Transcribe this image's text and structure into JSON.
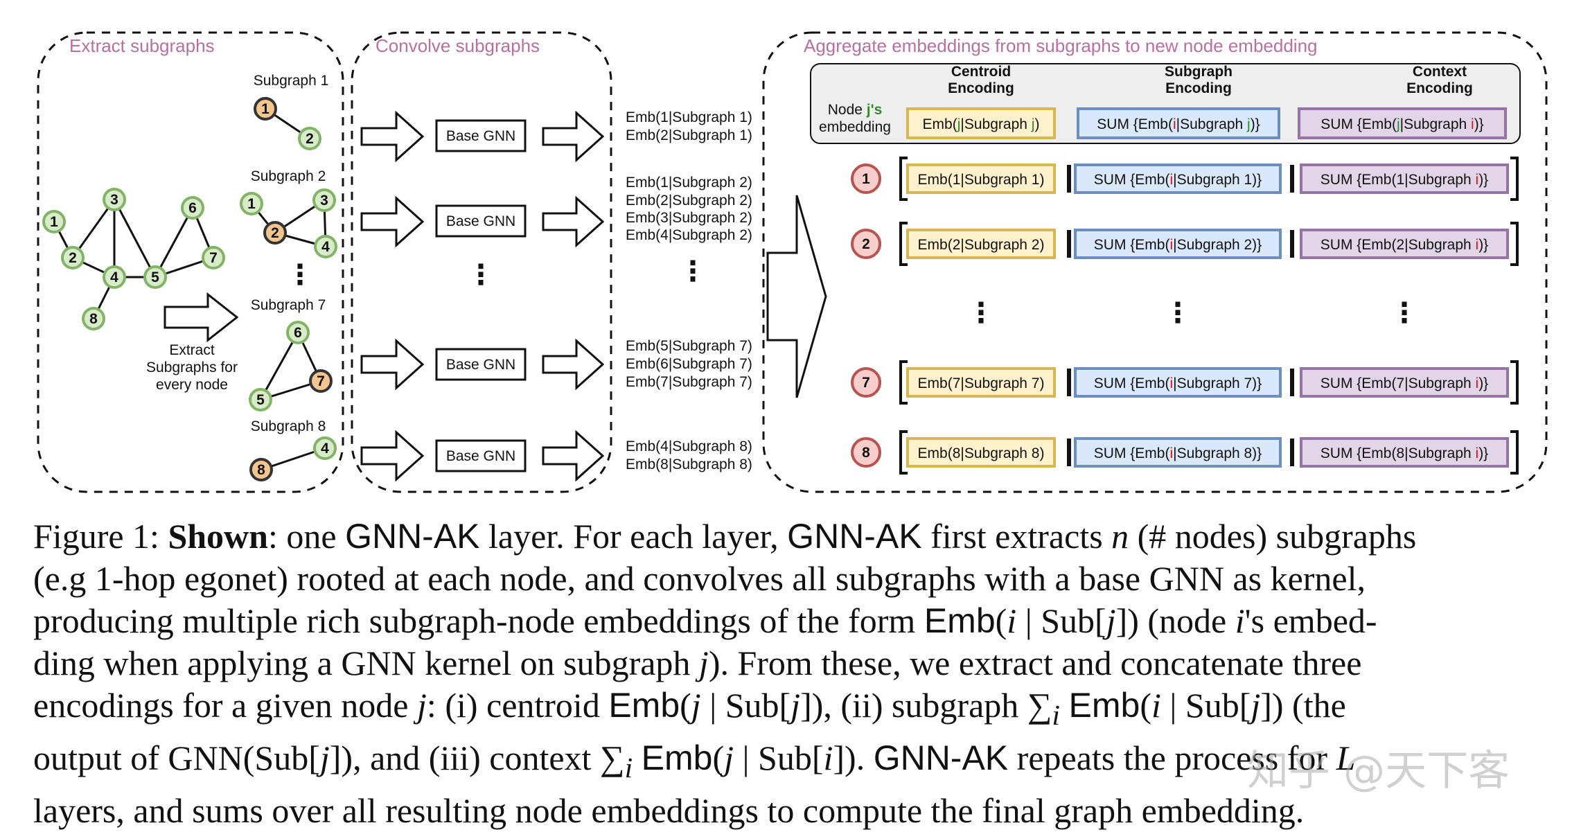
{
  "figure": {
    "panels": {
      "extract_title": "Extract subgraphs",
      "convolve_title": "Convolve subgraphs",
      "aggregate_title": "Aggregate embeddings from subgraphs to new node embedding"
    },
    "graph": {
      "node_labels": [
        "1",
        "2",
        "3",
        "4",
        "5",
        "6",
        "7",
        "8"
      ],
      "colors": {
        "node_fill": "#d9ecc9",
        "node_stroke": "#82b366",
        "root_fill": "#f5c590",
        "root_stroke": "#333333"
      }
    },
    "extract_note": [
      "Extract",
      "Subgraphs for",
      "every node"
    ],
    "subgraphs": [
      {
        "title": "Subgraph 1",
        "nodes": [
          "1",
          "2"
        ]
      },
      {
        "title": "Subgraph 2",
        "nodes": [
          "1",
          "3",
          "2",
          "4"
        ]
      },
      {
        "title": "Subgraph 7",
        "nodes": [
          "6",
          "5",
          "7"
        ]
      },
      {
        "title": "Subgraph 8",
        "nodes": [
          "4",
          "8"
        ]
      }
    ],
    "vdots": "⋮",
    "base_gnn_label": "Base GNN",
    "emb_groups": [
      [
        "Emb(1|Subgraph 1)",
        "Emb(2|Subgraph 1)"
      ],
      [
        "Emb(1|Subgraph 2)",
        "Emb(2|Subgraph 2)",
        "Emb(3|Subgraph 2)",
        "Emb(4|Subgraph 2)"
      ],
      [
        "Emb(5|Subgraph 7)",
        "Emb(6|Subgraph 7)",
        "Emb(7|Subgraph 7)"
      ],
      [
        "Emb(4|Subgraph 8)",
        "Emb(8|Subgraph 8)"
      ]
    ],
    "header": {
      "centroid": [
        "Centroid",
        "Encoding"
      ],
      "subgraph": [
        "Subgraph",
        "Encoding"
      ],
      "context": [
        "Context",
        "Encoding"
      ],
      "node_label_prefix": "Node ",
      "node_label_j": "j's",
      "node_label_line2": "embedding",
      "centroid_box": {
        "a": "Emb(",
        "j": "j",
        "b": "|Subgraph ",
        "j2": "j",
        "c": ")"
      },
      "subgraph_box": {
        "a": "SUM {Emb(",
        "i": "i",
        "b": "|Subgraph ",
        "j": "j",
        "c": ")}"
      },
      "context_box": {
        "a": "SUM {Emb(",
        "j": "j",
        "b": "|Subgraph ",
        "i": "i",
        "c": ")}"
      }
    },
    "rows": [
      {
        "node": "1",
        "centroid": "Emb(1|Subgraph 1)",
        "sub_a": "SUM {Emb(",
        "sub_i": "i",
        "sub_b": "|Subgraph 1)}",
        "ctx_a": "SUM {Emb(1|Subgraph ",
        "ctx_i": "i",
        "ctx_b": ")}"
      },
      {
        "node": "2",
        "centroid": "Emb(2|Subgraph 2)",
        "sub_a": "SUM {Emb(",
        "sub_i": "i",
        "sub_b": "|Subgraph 2)}",
        "ctx_a": "SUM {Emb(2|Subgraph ",
        "ctx_i": "i",
        "ctx_b": ")}"
      },
      {
        "node": "7",
        "centroid": "Emb(7|Subgraph 7)",
        "sub_a": "SUM {Emb(",
        "sub_i": "i",
        "sub_b": "|Subgraph 7)}",
        "ctx_a": "SUM {Emb(7|Subgraph ",
        "ctx_i": "i",
        "ctx_b": ")}"
      },
      {
        "node": "8",
        "centroid": "Emb(8|Subgraph 8)",
        "sub_a": "SUM {Emb(",
        "sub_i": "i",
        "sub_b": "|Subgraph 8)}",
        "ctx_a": "SUM {Emb(8|Subgraph ",
        "ctx_i": "i",
        "ctx_b": ")}"
      }
    ],
    "colors": {
      "yellow_fill": "#fff2cc",
      "yellow_stroke": "#d6b656",
      "blue_fill": "#dae8fc",
      "blue_stroke": "#6c8ebf",
      "purple_fill": "#e1d5e7",
      "purple_stroke": "#9673a6",
      "red_node_fill": "#f8cecc",
      "red_node_stroke": "#b85450",
      "var_red": "#e01010",
      "var_green": "#2e8b2e",
      "panel_title": "#b7709f"
    }
  },
  "caption": {
    "l1a": "Figure 1: ",
    "l1b": "Shown",
    "l1c": ": one ",
    "l1d": "GNN-AK",
    "l1e": " layer. For each layer, ",
    "l1f": "GNN-AK",
    "l1g": " first extracts ",
    "l1h": "n",
    "l1i": " (# nodes) subgraphs",
    "l2": "(e.g 1-hop egonet) rooted at each node, and convolves all subgraphs with a base GNN as kernel,",
    "l3a": "producing multiple rich subgraph-node embeddings of the form ",
    "l3b": "Emb",
    "l3c": "(",
    "l3d": "i",
    "l3e": " | Sub[",
    "l3f": "j",
    "l3g": "]) (node ",
    "l3h": "i",
    "l3i": "'s embed-",
    "l4a": "ding when applying a GNN kernel on subgraph ",
    "l4b": "j",
    "l4c": "). From these, we extract and concatenate three",
    "l5a": "encodings for a given node ",
    "l5b": "j",
    "l5c": ": (i) centroid ",
    "l5d": "Emb",
    "l5e": "(",
    "l5f": "j",
    "l5g": " | Sub[",
    "l5h": "j",
    "l5i": "]), (ii) subgraph ∑",
    "l5j": "i",
    "l5k": " ",
    "l5l": "Emb",
    "l5m": "(",
    "l5n": "i",
    "l5o": " | Sub[",
    "l5p": "j",
    "l5q": "]) (the",
    "l6a": "output of GNN(Sub[",
    "l6b": "j",
    "l6c": "]), and (iii) context ∑",
    "l6d": "i",
    "l6e": " ",
    "l6f": "Emb",
    "l6g": "(",
    "l6h": "j",
    "l6i": " | Sub[",
    "l6j": "i",
    "l6k": "]). ",
    "l6l": "GNN-AK",
    "l6m": " repeats the process for ",
    "l6n": "L",
    "l7": "layers, and sums over all resulting node embeddings to compute the final graph embedding."
  },
  "watermark": "知乎 @天下客"
}
